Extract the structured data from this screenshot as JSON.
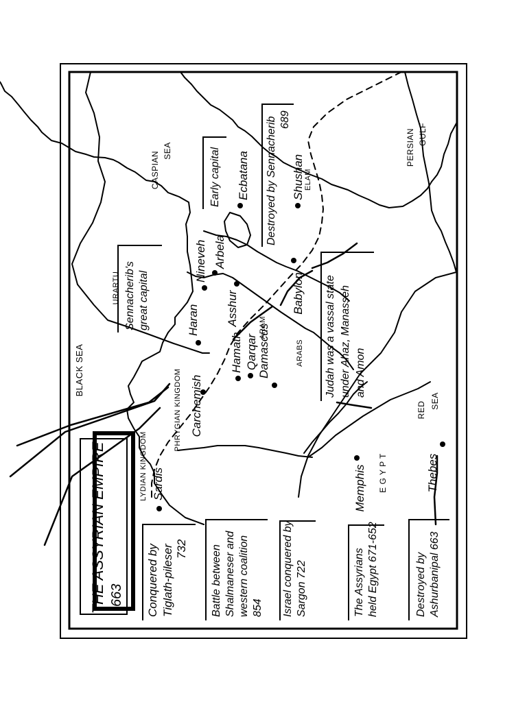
{
  "title": {
    "line1": "THE ASSYRIAN EMPIRE",
    "line2": "663"
  },
  "regions": {
    "black_sea": "BLACK SEA",
    "caspian_line1": "CASPIAN",
    "caspian_line2": "SEA",
    "persian_line1": "PERSIAN",
    "persian_line2": "GULF",
    "red_line1": "RED",
    "red_line2": "SEA",
    "lydian": "LYDIAN KINGDOM",
    "phrygian": "PHRYGIAN KINGDOM",
    "urartu": "URARTU",
    "arabs": "ARABS",
    "aram": "ARAM",
    "elam": "ELAM",
    "egypt": "E G Y P T"
  },
  "cities": {
    "sardis": "Sardis",
    "carchemish": "Carchemish",
    "haran": "Haran",
    "nineveh": "Nineveh",
    "arbela": "Arbela",
    "asshur": "Asshur",
    "babylon": "Babylon",
    "ecbatana": "Ecbatana",
    "shushan": "Shushan",
    "hamath": "Hamath",
    "qarqar": "Qarqar",
    "damascus": "Damascus",
    "memphis": "Memphis",
    "thebes": "Thebes"
  },
  "annotations": {
    "tiglath_line1": "Conquered by",
    "tiglath_line2": "Tiglath-pileser",
    "tiglath_line3": "732",
    "qarqar_line1": "Battle between",
    "qarqar_line2": "Shalmaneser and",
    "qarqar_line3": "western coalition",
    "qarqar_line4": "854",
    "israel_line1": "Israel conquered by",
    "israel_line2": "Sargon 722",
    "egypt_line1": "The Assyrians",
    "egypt_line2": "held Egypt 671-652",
    "thebes_line1": "Destroyed by",
    "thebes_line2": "Ashurbanipal 663",
    "judah_line1": "Judah was a vassal state",
    "judah_line2": "under Ahaz, Manasseh",
    "judah_line3": "and Amon",
    "sennacherib_line1": "Sennacherib's",
    "sennacherib_line2": "great capital",
    "early_capital": "Early capital",
    "babylon_line1": "Destroyed by Sennacherib",
    "babylon_line2": "689"
  },
  "colors": {
    "ink": "#000000",
    "paper": "#ffffff"
  }
}
